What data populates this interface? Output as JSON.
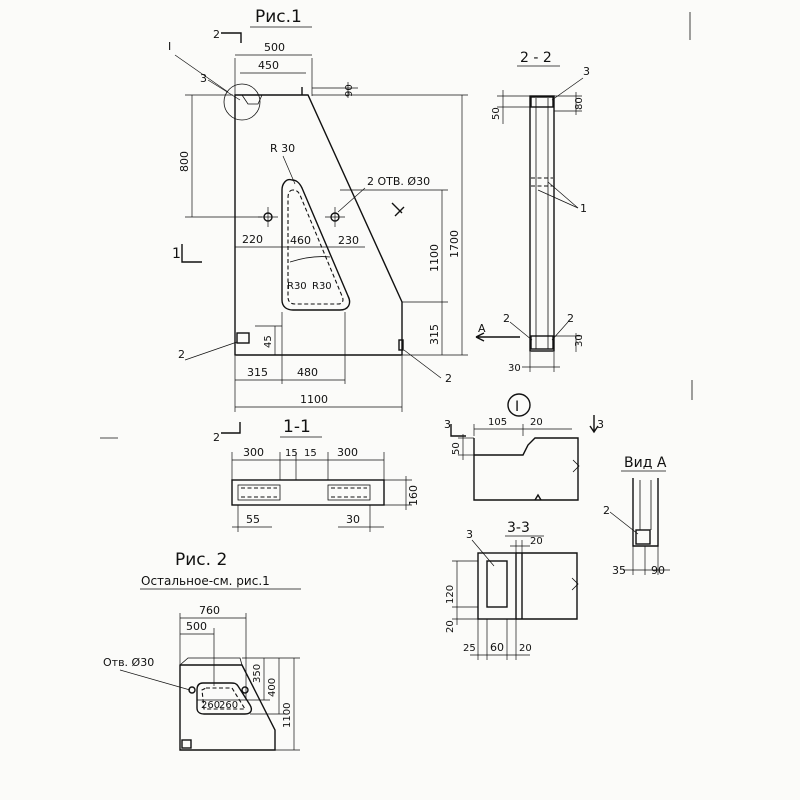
{
  "fig1": {
    "title": "Рис.1",
    "dims": {
      "d500": "500",
      "d450": "450",
      "d90": "90",
      "d800": "800",
      "d1700": "1700",
      "d1100v": "1100",
      "d315v": "315",
      "d220": "220",
      "d460": "460",
      "d230": "230",
      "d45": "45",
      "d315": "315",
      "d480": "480",
      "d1100": "1100"
    },
    "labels": {
      "r30": "R 30",
      "r30a": "R30",
      "r30b": "R30",
      "holes": "2 ОТВ. Ø30",
      "callout_I": "I",
      "item3": "3",
      "item2a": "2",
      "item2b": "2",
      "cut1": "1",
      "cut2top": "2",
      "cut2bot": "2"
    }
  },
  "sec22": {
    "title": "2 - 2",
    "dims": {
      "d50": "50",
      "d80": "80",
      "d30a": "30",
      "d30b": "30"
    },
    "labels": {
      "item3": "3",
      "item1": "1",
      "item2a": "2",
      "item2b": "2",
      "viewA": "A"
    }
  },
  "sec11": {
    "title": "1-1",
    "dims": {
      "d300a": "300",
      "d15a": "15",
      "d15b": "15",
      "d300b": "300",
      "d160": "160",
      "d55": "55",
      "d30": "30"
    }
  },
  "detailI": {
    "title": "I",
    "dims": {
      "d105": "105",
      "d20": "20",
      "d50": "50"
    },
    "labels": {
      "cut3a": "3",
      "cut3b": "3"
    }
  },
  "viewA": {
    "title": "Вид А",
    "dims": {
      "d35": "35",
      "d90": "90"
    },
    "labels": {
      "item2": "2"
    }
  },
  "sec33": {
    "title": "3-3",
    "dims": {
      "d20top": "20",
      "d120": "120",
      "d20left": "20",
      "d25": "25",
      "d60": "60",
      "d20bot": "20"
    },
    "labels": {
      "item3": "3"
    }
  },
  "fig2": {
    "title": "Рис. 2",
    "subtitle": "Остальное-см. рис.1",
    "dims": {
      "d760": "760",
      "d500": "500",
      "d350": "350",
      "d400": "400",
      "d1100": "1100",
      "d260a": "260",
      "d260b": "260"
    },
    "labels": {
      "hole": "Отв. Ø30"
    }
  }
}
